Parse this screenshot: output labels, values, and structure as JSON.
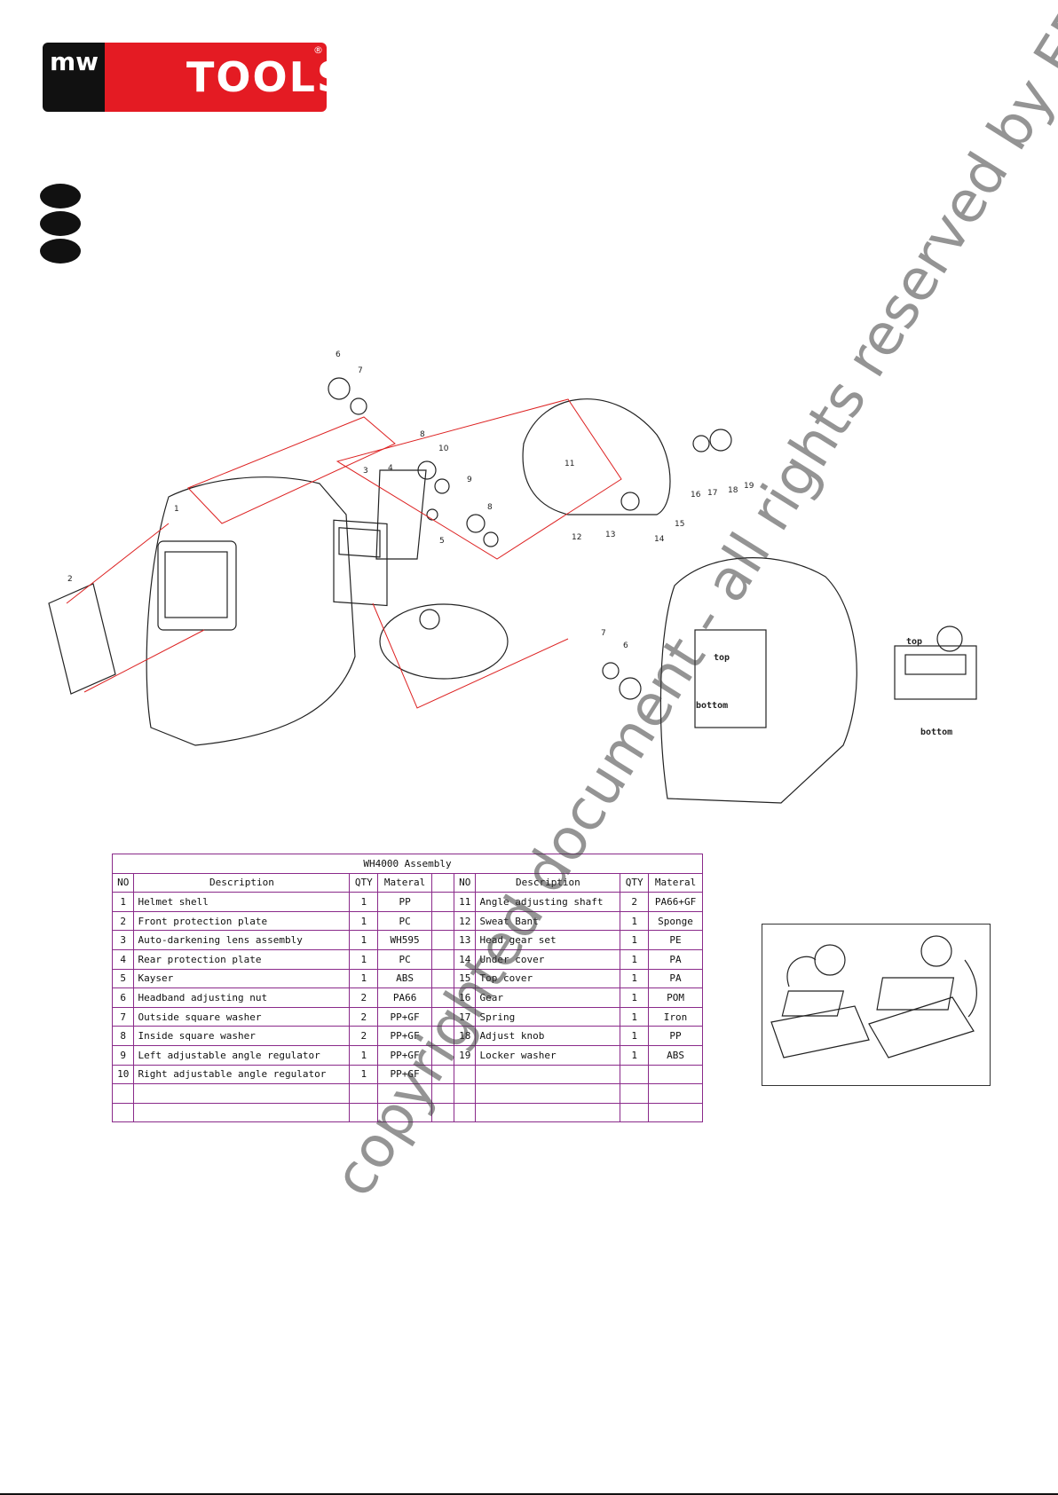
{
  "brand": {
    "mark": "mw",
    "name": "TOOLS",
    "registered": "®",
    "colors": {
      "red": "#e41b23",
      "black": "#111111"
    }
  },
  "watermark": "copyrighted document - all rights reserved by FBC",
  "diagram": {
    "callouts": [
      "1",
      "2",
      "3",
      "4",
      "5",
      "6",
      "7",
      "8",
      "9",
      "10",
      "11",
      "12",
      "13",
      "14",
      "15",
      "16",
      "17",
      "18",
      "19",
      "8",
      "7",
      "6"
    ],
    "labels": {
      "top": "top",
      "bottom": "bottom",
      "top2": "top",
      "bottom2": "bottom"
    }
  },
  "table": {
    "title": "WH4000 Assembly",
    "headers": [
      "NO",
      "Description",
      "QTY",
      "Materal",
      "NO",
      "Description",
      "QTY",
      "Materal"
    ],
    "left": [
      [
        "1",
        "Helmet shell",
        "1",
        "PP"
      ],
      [
        "2",
        "Front protection plate",
        "1",
        "PC"
      ],
      [
        "3",
        "Auto-darkening lens assembly",
        "1",
        "WH595"
      ],
      [
        "4",
        "Rear protection plate",
        "1",
        "PC"
      ],
      [
        "5",
        "Kayser",
        "1",
        "ABS"
      ],
      [
        "6",
        "Headband adjusting nut",
        "2",
        "PA66"
      ],
      [
        "7",
        "Outside square washer",
        "2",
        "PP+GF"
      ],
      [
        "8",
        "Inside square washer",
        "2",
        "PP+GF"
      ],
      [
        "9",
        "Left adjustable angle regulator",
        "1",
        "PP+GF"
      ],
      [
        "10",
        "Right adjustable angle regulator",
        "1",
        "PP+GF"
      ],
      [
        "",
        "",
        "",
        ""
      ],
      [
        "",
        "",
        "",
        ""
      ]
    ],
    "right": [
      [
        "11",
        "Angle adjusting shaft",
        "2",
        "PA66+GF"
      ],
      [
        "12",
        "Sweat Bant",
        "1",
        "Sponge"
      ],
      [
        "13",
        "Head gear set",
        "1",
        "PE"
      ],
      [
        "14",
        "Under cover",
        "1",
        "PA"
      ],
      [
        "15",
        "Top cover",
        "1",
        "PA"
      ],
      [
        "16",
        "Gear",
        "1",
        "POM"
      ],
      [
        "17",
        "Spring",
        "1",
        "Iron"
      ],
      [
        "18",
        "Adjust knob",
        "1",
        "PP"
      ],
      [
        "19",
        "Locker washer",
        "1",
        "ABS"
      ],
      [
        "",
        "",
        "",
        ""
      ],
      [
        "",
        "",
        "",
        ""
      ],
      [
        "",
        "",
        "",
        ""
      ]
    ]
  }
}
